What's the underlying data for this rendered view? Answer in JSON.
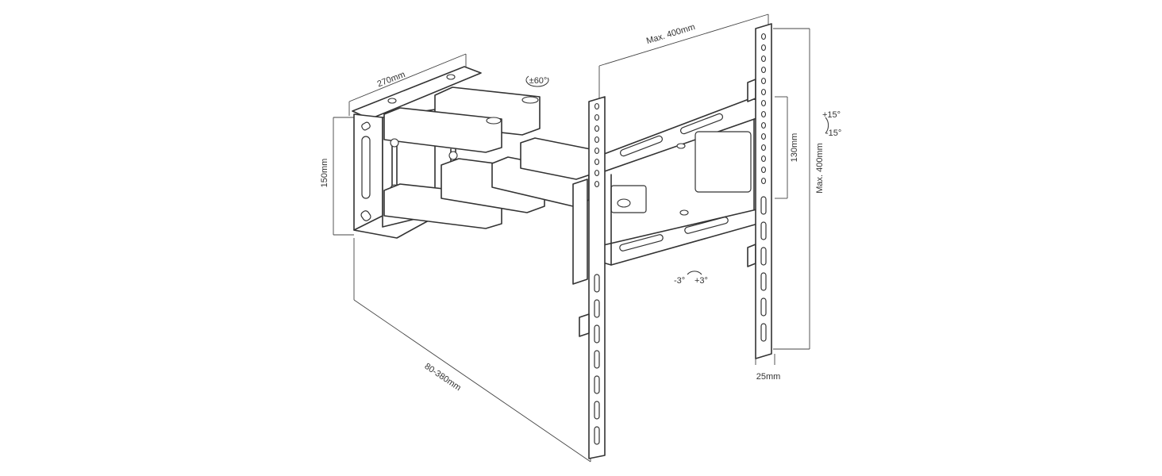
{
  "dimensions": {
    "wall_plate_width": "270mm",
    "wall_plate_height": "150mm",
    "arm_extension": "80-380mm",
    "vesa_horizontal_max": "Max. 400mm",
    "vesa_vertical_max": "Max. 400mm",
    "rail_slot_height": "130mm",
    "rail_depth": "25mm"
  },
  "motion": {
    "swivel": "±60°",
    "tilt_up": "+15°",
    "tilt_down": "-15°",
    "rotate_left": "-3°",
    "rotate_right": "+3°"
  },
  "colors": {
    "stroke": "#333333",
    "fill": "#ffffff"
  }
}
